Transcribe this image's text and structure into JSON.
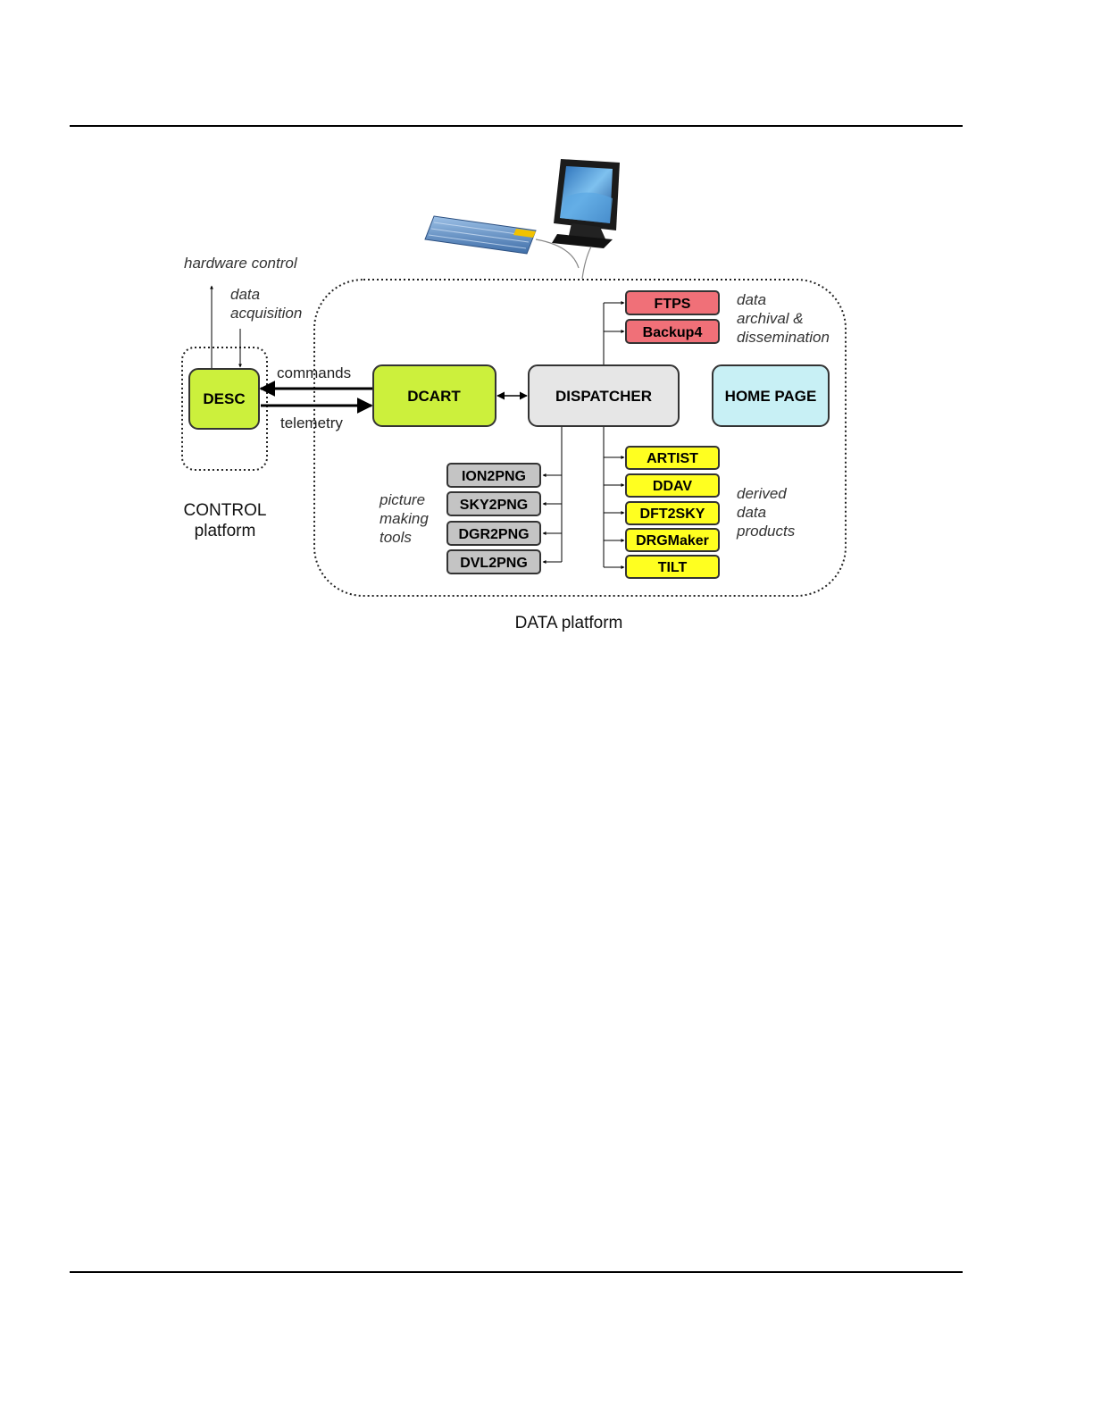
{
  "diagram": {
    "annotations": {
      "hardware_control": "hardware control",
      "data_acquisition_1": "data",
      "data_acquisition_2": "acquisition",
      "commands": "commands",
      "telemetry": "telemetry",
      "archival_1": "data",
      "archival_2": "archival &",
      "archival_3": "dissemination",
      "picture_1": "picture",
      "picture_2": "making",
      "picture_3": "tools",
      "derived_1": "derived",
      "derived_2": "data",
      "derived_3": "products"
    },
    "platforms": {
      "control_1": "CONTROL",
      "control_2": "platform",
      "data": "DATA platform"
    },
    "boxes": {
      "desc": "DESC",
      "dcart": "DCART",
      "dispatcher": "DISPATCHER",
      "home_page": "HOME PAGE",
      "archival": [
        "FTPS",
        "Backup4"
      ],
      "picture_tools": [
        "ION2PNG",
        "SKY2PNG",
        "DGR2PNG",
        "DVL2PNG"
      ],
      "derived_products": [
        "ARTIST",
        "DDAV",
        "DFT2SKY",
        "DRGMaker",
        "TILT"
      ]
    },
    "colors": {
      "green": "#ccf03c",
      "gray_box": "#e6e6e6",
      "home": "#c8f0f5",
      "red": "#f07078",
      "tool_gray": "#c4c4c4",
      "yellow": "#ffff20"
    }
  }
}
